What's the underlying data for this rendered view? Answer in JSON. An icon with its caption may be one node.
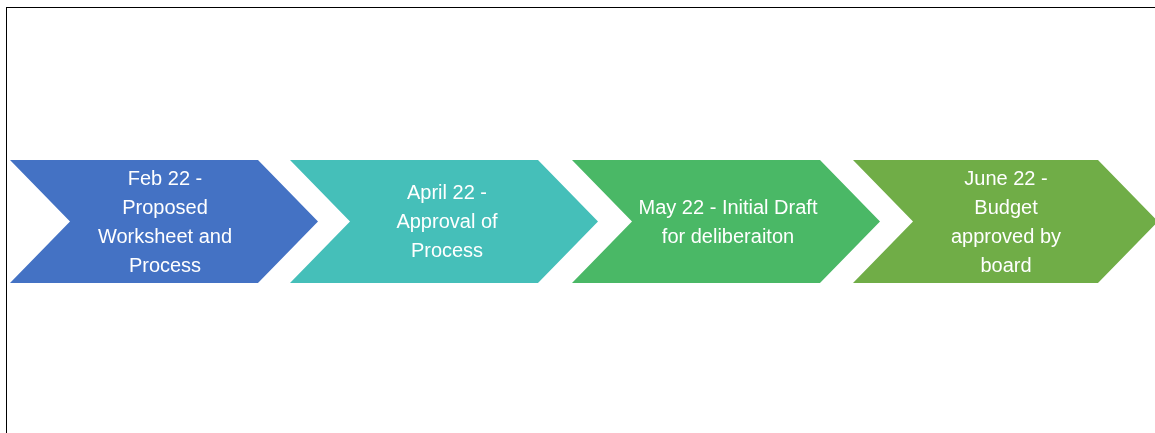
{
  "diagram": {
    "nodes": [
      {
        "text": [
          "Feb 22 - Proposed Worksheet and Process"
        ]
      },
      {
        "text": [
          "April 22 - Approval of Process"
        ]
      },
      {
        "text": [
          "May 22 - Initial Draft for deliberaiton"
        ]
      },
      {
        "text": [
          "June 22 - Budget approved by board"
        ]
      }
    ]
  }
}
